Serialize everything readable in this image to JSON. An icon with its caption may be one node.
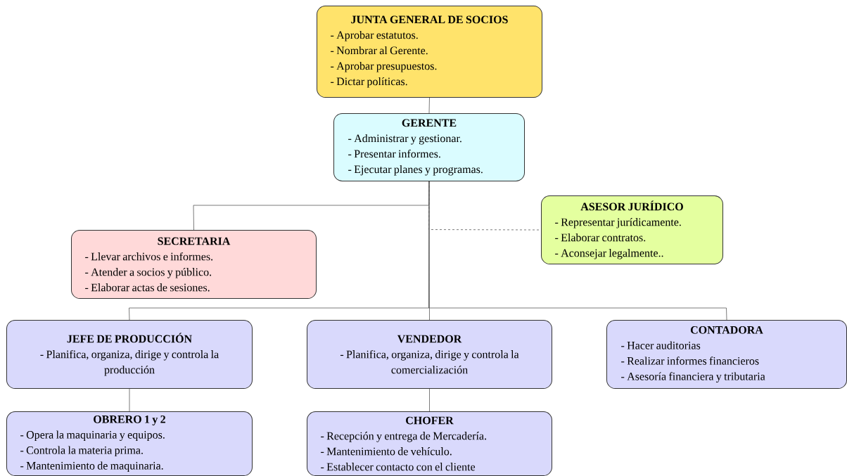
{
  "diagram": {
    "nodes": [
      {
        "text": [
          "JUNTA GENERAL DE SOCIOS",
          "- Aprobar estatutos.",
          "- Nombrar al Gerente.",
          "- Aprobar presupuestos.",
          "- Dictar políticas."
        ]
      },
      {
        "text": [
          "GERENTE",
          "- Administrar y gestionar.",
          "- Presentar informes.",
          "- Ejecutar planes y programas."
        ]
      },
      {
        "text": [
          "ASESOR JURÍDICO",
          "- Representar jurídicamente.",
          "- Elaborar contratos.",
          "- Aconsejar legalmente.."
        ]
      },
      {
        "text": [
          "SECRETARIA",
          "- Llevar archivos e informes.",
          "- Atender a socios y público.",
          "- Elaborar actas de sesiones."
        ]
      },
      {
        "text": [
          "JEFE DE PRODUCCIÓN",
          "- Planifica, organiza, dirige y controla la producción"
        ]
      },
      {
        "text": [
          "VENDEDOR",
          "- Planifica, organiza, dirige y controla la comercialización"
        ]
      },
      {
        "text": [
          "CONTADORA",
          "- Hacer auditorias",
          "- Realizar informes financieros",
          "- Asesoría financiera y tributaria"
        ]
      },
      {
        "text": [
          "OBRERO 1 y 2",
          "- Opera la maquinaria y equipos.",
          "- Controla la materia prima.",
          "- Mantenimiento de maquinaria."
        ]
      },
      {
        "text": [
          "CHOFER",
          "- Recepción y entrega de Mercadería.",
          "- Mantenimiento de vehículo.",
          "- Establecer contacto con el cliente"
        ]
      }
    ],
    "edges": [
      {
        "from": 0,
        "to": 1,
        "arrow": "none"
      },
      {
        "from": 1,
        "to": 3,
        "arrow": "none"
      },
      {
        "from": 1,
        "to": 2,
        "arrow": "none",
        "style": "dashed"
      },
      {
        "from": 1,
        "to": 4,
        "arrow": "none"
      },
      {
        "from": 1,
        "to": 5,
        "arrow": "none"
      },
      {
        "from": 1,
        "to": 6,
        "arrow": "none"
      },
      {
        "from": 4,
        "to": 7,
        "arrow": "none"
      },
      {
        "from": 5,
        "to": 8,
        "arrow": "none"
      }
    ]
  }
}
